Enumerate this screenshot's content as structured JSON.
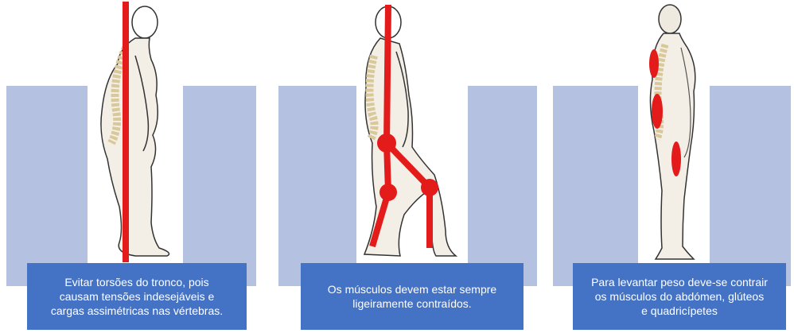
{
  "panels": [
    {
      "id": "panel-1",
      "caption_lines": [
        "Evitar torsões do tronco, pois",
        "causam tensões indesejáveis e",
        "cargas assimétricas nas vértebras."
      ],
      "accent": "#e31b1b"
    },
    {
      "id": "panel-2",
      "caption_lines": [
        "Os músculos devem estar sempre",
        "ligeiramente contraídos."
      ],
      "accent": "#e31b1b"
    },
    {
      "id": "panel-3",
      "caption_lines": [
        "Para levantar peso deve-se contrair",
        "os músculos do abdómen, glúteos",
        "e quadricípetes"
      ],
      "accent": "#e31b1b"
    }
  ],
  "colors": {
    "background_block": "#b4c1e0",
    "caption_box": "#4472c4",
    "caption_text": "#ffffff",
    "highlight": "#e31b1b",
    "spine": "#d9c89a"
  }
}
